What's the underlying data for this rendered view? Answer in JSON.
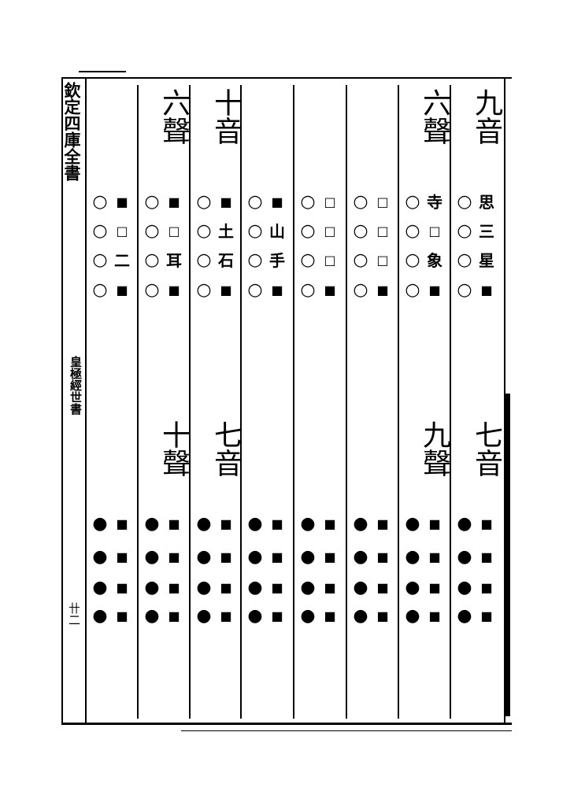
{
  "margin": {
    "title": "欽定四庫全書",
    "book": "皇極經世書",
    "page": "卄二"
  },
  "headings_top": [
    {
      "col": 1,
      "text": "六聲"
    },
    {
      "col": 2,
      "text": "十音"
    },
    {
      "col": 6,
      "text": "六聲"
    },
    {
      "col": 7,
      "text": "九音"
    }
  ],
  "headings_mid": [
    {
      "col": 1,
      "text": "十聲"
    },
    {
      "col": 2,
      "text": "七音"
    },
    {
      "col": 6,
      "text": "九聲"
    },
    {
      "col": 7,
      "text": "七音"
    }
  ],
  "upper_rows": [
    [
      "○",
      "■"
    ],
    [
      "○",
      "□"
    ],
    [
      "○",
      "二"
    ],
    [
      "○",
      "■"
    ],
    [
      "○",
      "■"
    ],
    [
      "○",
      "□"
    ],
    [
      "○",
      "耳"
    ],
    [
      "○",
      "■"
    ],
    [
      "○",
      "■"
    ],
    [
      "○",
      "土"
    ],
    [
      "○",
      "石"
    ],
    [
      "○",
      "■"
    ],
    [
      "○",
      "■"
    ],
    [
      "○",
      "山"
    ],
    [
      "○",
      "手"
    ],
    [
      "○",
      "■"
    ],
    [
      "○",
      "□"
    ],
    [
      "○",
      "□"
    ],
    [
      "○",
      "□"
    ],
    [
      "○",
      "■"
    ],
    [
      "○",
      "□"
    ],
    [
      "○",
      "□"
    ],
    [
      "○",
      "□"
    ],
    [
      "○",
      "■"
    ],
    [
      "○",
      "寺"
    ],
    [
      "○",
      "□"
    ],
    [
      "○",
      "象"
    ],
    [
      "○",
      "■"
    ],
    [
      "○",
      "思"
    ],
    [
      "○",
      "三"
    ],
    [
      "○",
      "星"
    ],
    [
      "○",
      "■"
    ]
  ],
  "lower_rows": [
    [
      "●",
      "■"
    ],
    [
      "●",
      "■"
    ],
    [
      "●",
      "■"
    ],
    [
      "●",
      "■"
    ],
    [
      "●",
      "■"
    ],
    [
      "●",
      "■"
    ],
    [
      "●",
      "■"
    ],
    [
      "●",
      "■"
    ],
    [
      "●",
      "■"
    ],
    [
      "●",
      "■"
    ],
    [
      "●",
      "■"
    ],
    [
      "●",
      "■"
    ],
    [
      "●",
      "■"
    ],
    [
      "●",
      "■"
    ],
    [
      "●",
      "■"
    ],
    [
      "●",
      "■"
    ],
    [
      "●",
      "■"
    ],
    [
      "●",
      "■"
    ],
    [
      "●",
      "■"
    ],
    [
      "●",
      "■"
    ],
    [
      "●",
      "■"
    ],
    [
      "●",
      "■"
    ],
    [
      "●",
      "■"
    ],
    [
      "●",
      "■"
    ],
    [
      "●",
      "■"
    ],
    [
      "●",
      "■"
    ],
    [
      "●",
      "■"
    ],
    [
      "●",
      "■"
    ],
    [
      "●",
      "■"
    ],
    [
      "●",
      "■"
    ],
    [
      "●",
      "■"
    ],
    [
      "●",
      "■"
    ]
  ]
}
